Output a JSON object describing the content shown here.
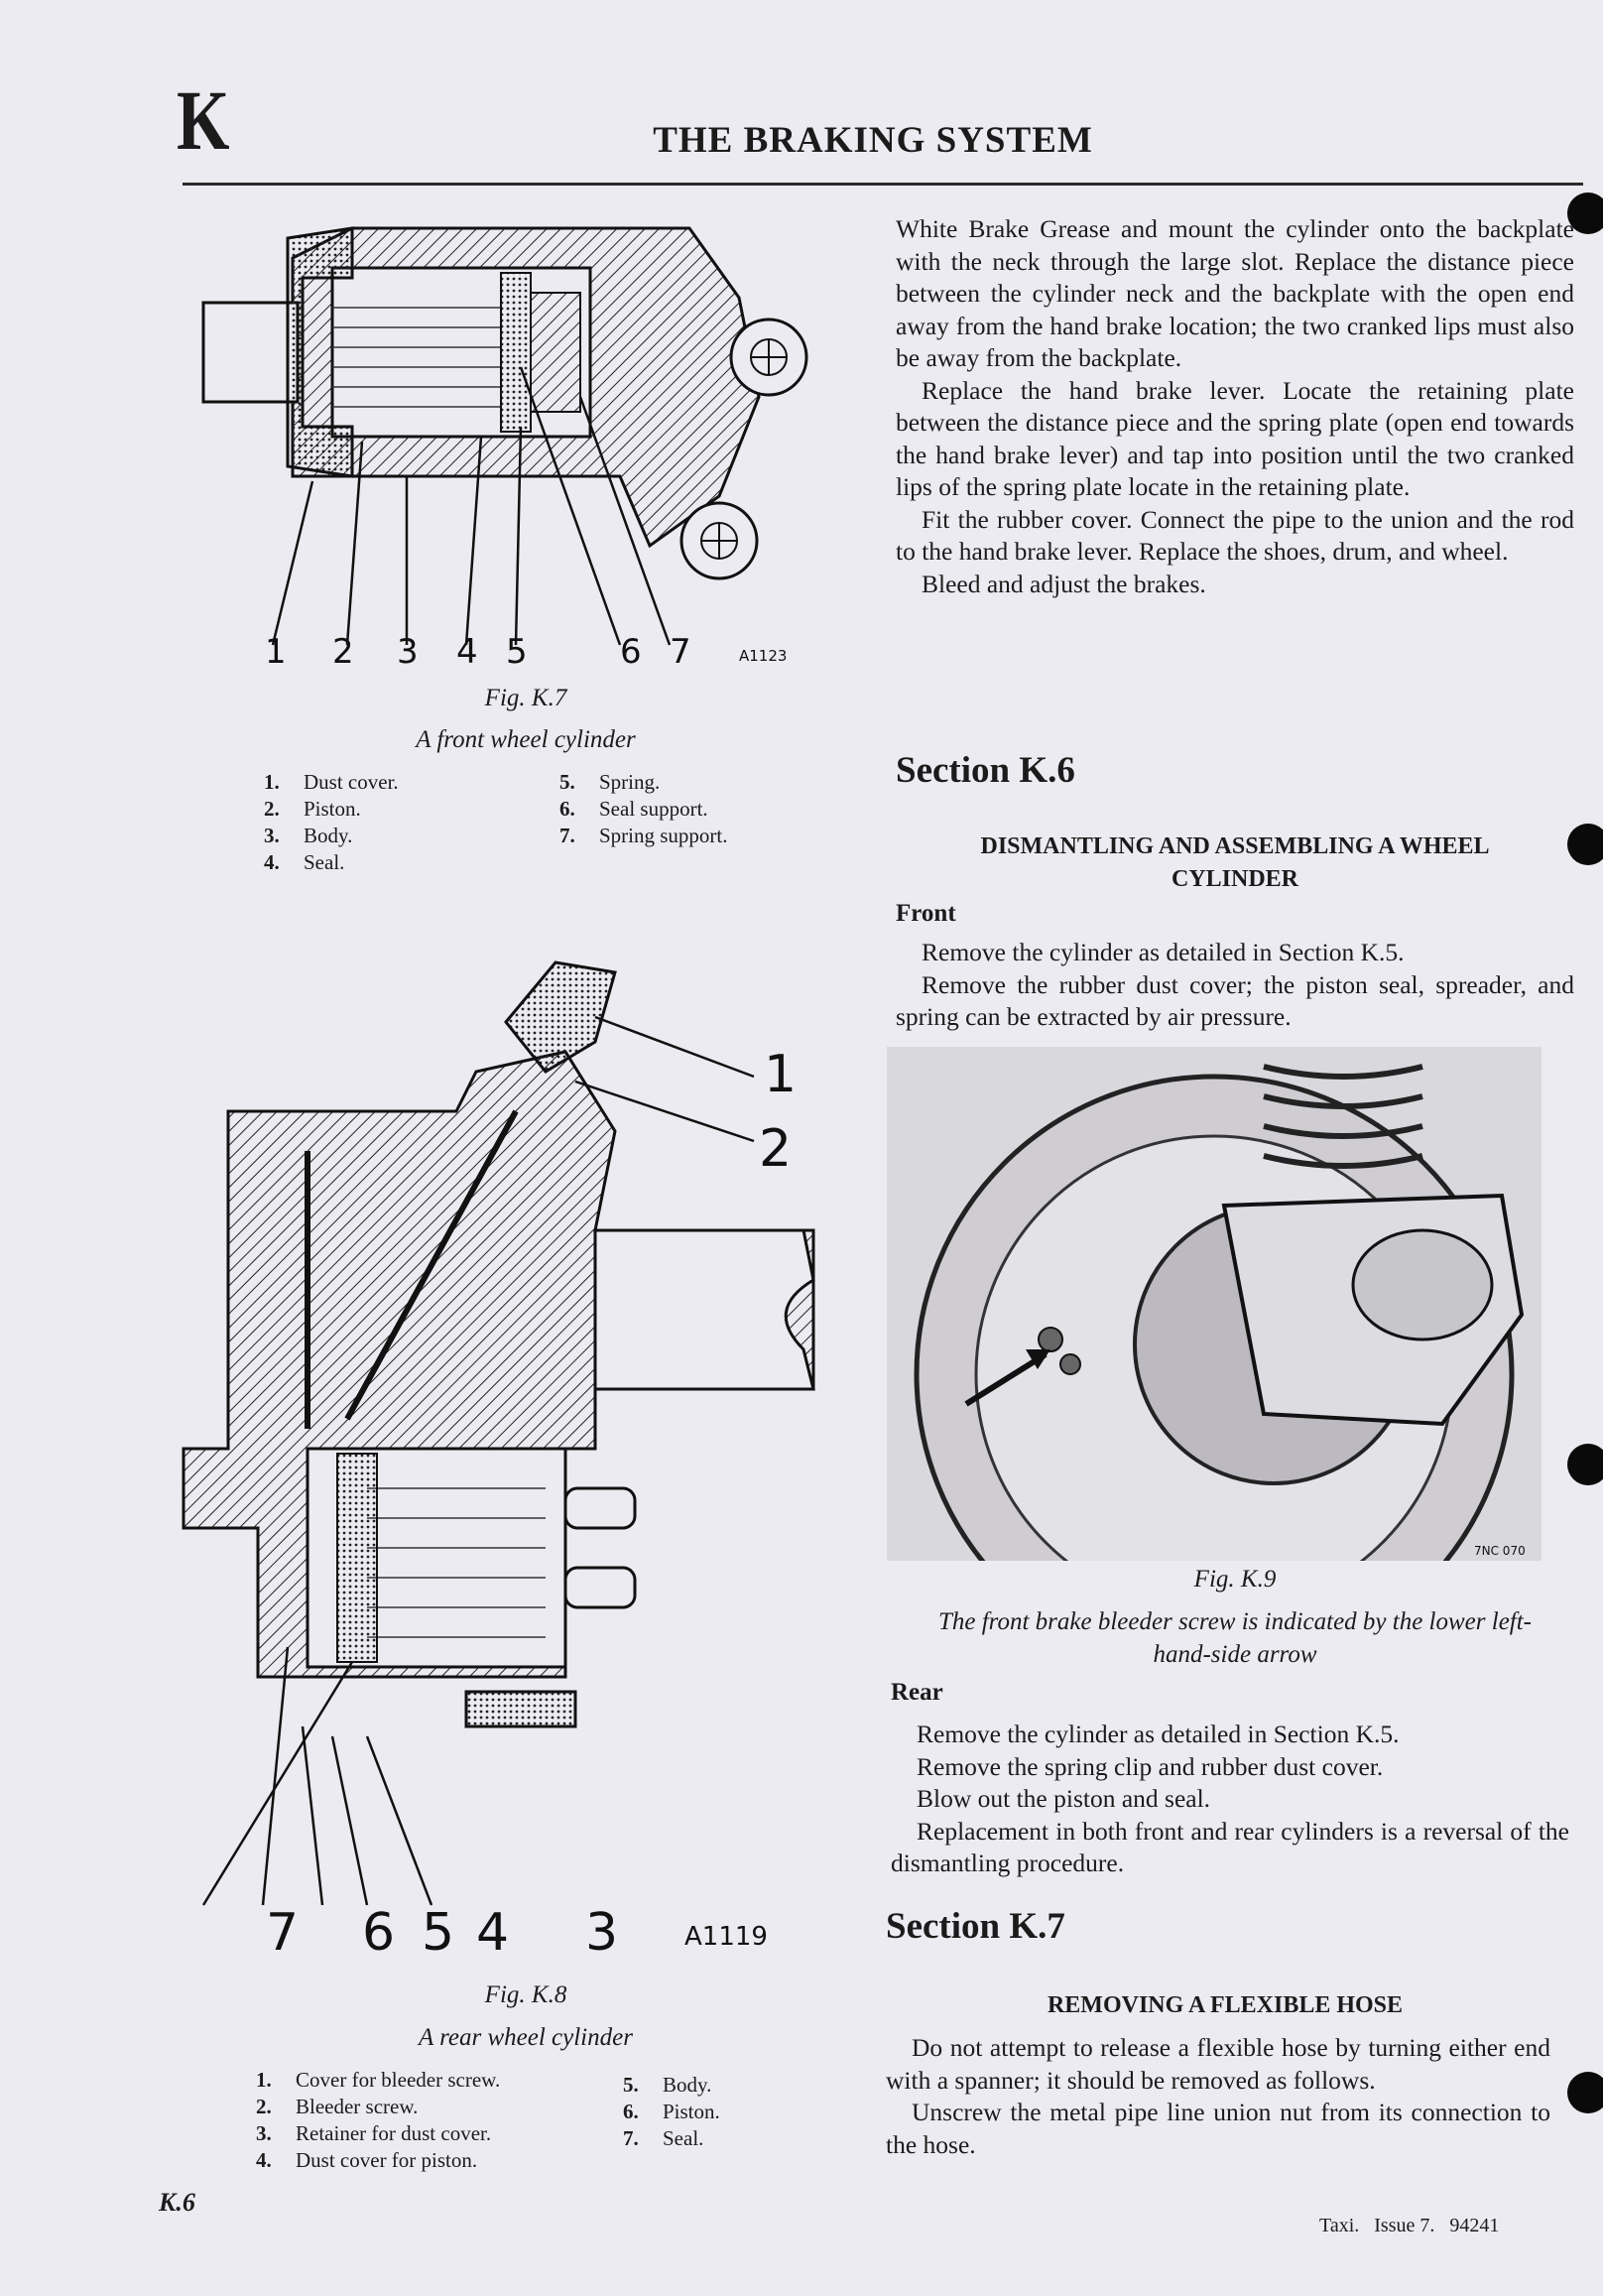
{
  "header": {
    "chapter_letter": "K",
    "title": "THE BRAKING SYSTEM"
  },
  "fig_k7": {
    "callouts": [
      "1",
      "2",
      "3",
      "4",
      "5",
      "6",
      "7"
    ],
    "ref": "A1123",
    "label": "Fig. K.7",
    "caption": "A front wheel cylinder",
    "legend": [
      {
        "n": "1.",
        "t": "Dust cover."
      },
      {
        "n": "2.",
        "t": "Piston."
      },
      {
        "n": "3.",
        "t": "Body."
      },
      {
        "n": "4.",
        "t": "Seal."
      },
      {
        "n": "5.",
        "t": "Spring."
      },
      {
        "n": "6.",
        "t": "Seal support."
      },
      {
        "n": "7.",
        "t": "Spring support."
      }
    ]
  },
  "fig_k8": {
    "callouts_top": [
      "1",
      "2"
    ],
    "callouts_bottom": [
      "7",
      "6",
      "5",
      "4",
      "3"
    ],
    "ref": "A1119",
    "label": "Fig. K.8",
    "caption": "A rear wheel cylinder",
    "legend": [
      {
        "n": "1.",
        "t": "Cover for bleeder screw."
      },
      {
        "n": "2.",
        "t": "Bleeder screw."
      },
      {
        "n": "3.",
        "t": "Retainer for dust cover."
      },
      {
        "n": "4.",
        "t": "Dust cover for piston."
      },
      {
        "n": "5.",
        "t": "Body."
      },
      {
        "n": "6.",
        "t": "Piston."
      },
      {
        "n": "7.",
        "t": "Seal."
      }
    ]
  },
  "right": {
    "intro": [
      "White Brake Grease and mount the cylinder onto the backplate with the neck through the large slot. Replace the distance piece between the cylinder neck and the backplate with the open end away from the hand brake location; the two cranked lips must also be away from the backplate.",
      "Replace the hand brake lever. Locate the retaining plate between the distance piece and the spring plate (open end towards the hand brake lever) and tap into position until the two cranked lips of the spring plate locate in the retaining plate.",
      "Fit the rubber cover. Connect the pipe to the union and the rod to the hand brake lever. Replace the shoes, drum, and wheel.",
      "Bleed and adjust the brakes."
    ],
    "section_k6": {
      "title": "Section K.6",
      "heading": "DISMANTLING AND ASSEMBLING A WHEEL CYLINDER",
      "front_label": "Front",
      "front": [
        "Remove the cylinder as detailed in Section K.5.",
        "Remove the rubber dust cover; the piston seal, spreader, and spring can be extracted by air pressure."
      ],
      "photo_ref": "7NC 070",
      "fig_label": "Fig. K.9",
      "fig_caption": "The front brake bleeder screw is indicated by the lower left-hand-side arrow",
      "rear_label": "Rear",
      "rear": [
        "Remove the cylinder as detailed in Section K.5.",
        "Remove the spring clip and rubber dust cover.",
        "Blow out the piston and seal.",
        "Replacement in both front and rear cylinders is a reversal of the dismantling procedure."
      ]
    },
    "section_k7": {
      "title": "Section K.7",
      "heading": "REMOVING A FLEXIBLE HOSE",
      "body": [
        "Do not attempt to release a flexible hose by turning either end with a spanner; it should be removed as follows.",
        "Unscrew the metal pipe line union nut from its connection to the hose."
      ]
    }
  },
  "footer": {
    "page": "K.6",
    "issue": "Taxi.   Issue 7.   94241"
  }
}
